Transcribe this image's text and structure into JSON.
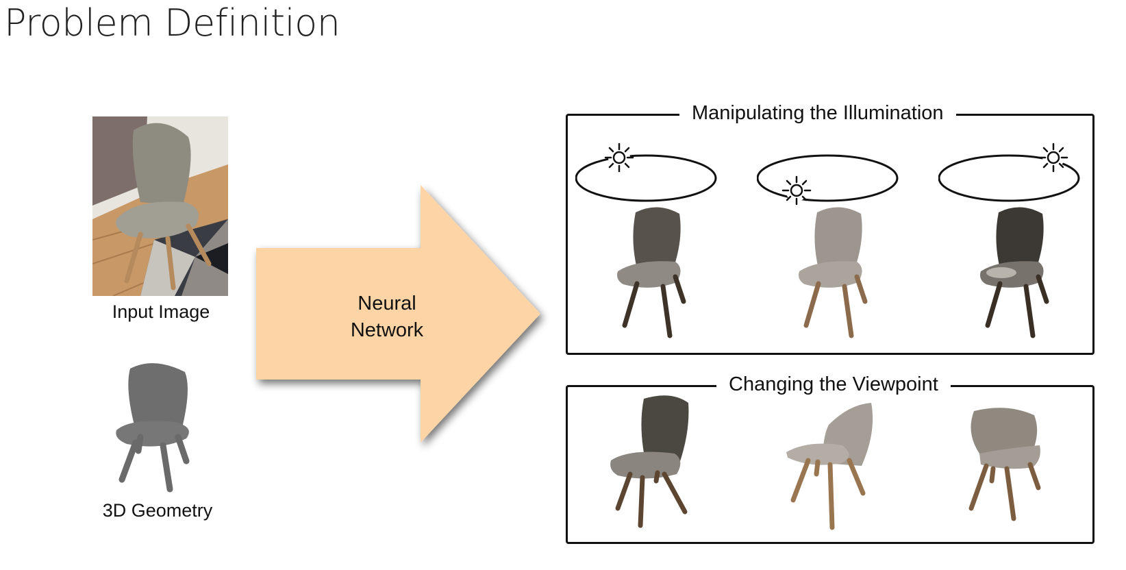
{
  "slide": {
    "title": "Problem Definition"
  },
  "inputs": {
    "image_caption": "Input Image",
    "geometry_caption": "3D Geometry"
  },
  "arrow": {
    "line1": "Neural",
    "line2": "Network"
  },
  "illumination": {
    "title": "Manipulating the Illumination",
    "icons": [
      "sun-icon",
      "sun-icon",
      "sun-icon"
    ]
  },
  "viewpoint": {
    "title": "Changing the Viewpoint"
  },
  "colors": {
    "arrow_fill": "#fdd4a6",
    "seat_gray": "#9a948c",
    "geometry_gray": "#6e6e6e",
    "leg_wood": "#8c6b4c",
    "floor_wood": "#c89866",
    "frame": "#111111"
  }
}
